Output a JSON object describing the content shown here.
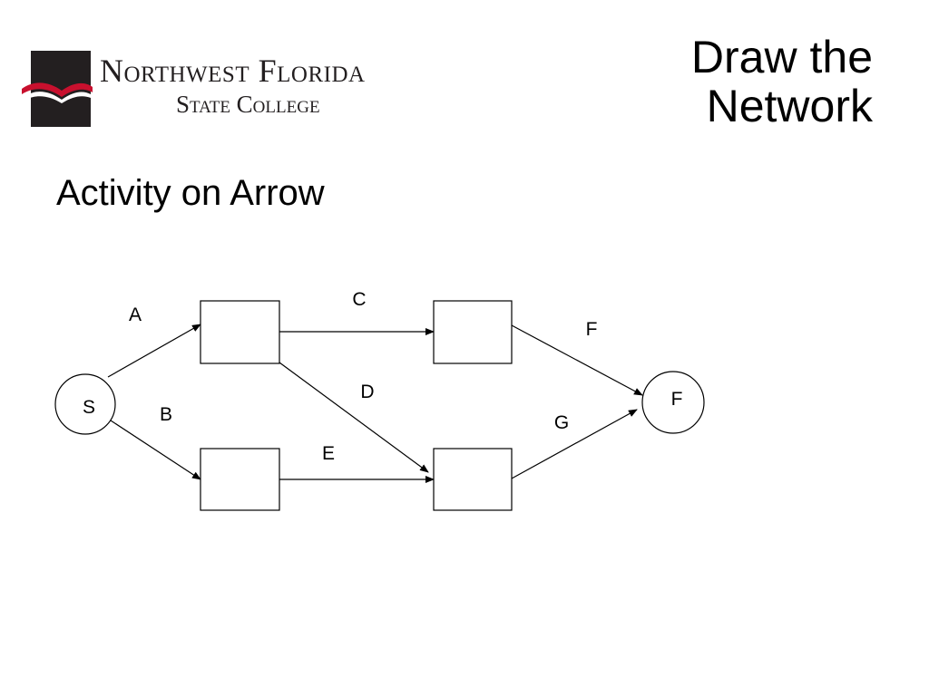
{
  "logo": {
    "line1": "Northwest Florida",
    "line2": "State College",
    "colors": {
      "mark": "#231f20",
      "accent": "#c8102e"
    }
  },
  "slide": {
    "title": "Draw the\nNetwork",
    "subtitle": "Activity on Arrow"
  },
  "diagram": {
    "nodes": [
      {
        "id": "start",
        "label": "S"
      },
      {
        "id": "n1",
        "label": ""
      },
      {
        "id": "n2",
        "label": ""
      },
      {
        "id": "n3",
        "label": ""
      },
      {
        "id": "n4",
        "label": ""
      },
      {
        "id": "finish",
        "label": "F"
      }
    ],
    "activities": [
      {
        "id": "A",
        "label": "A",
        "from": "start",
        "to": "n1"
      },
      {
        "id": "B",
        "label": "B",
        "from": "start",
        "to": "n2"
      },
      {
        "id": "C",
        "label": "C",
        "from": "n1",
        "to": "n3"
      },
      {
        "id": "D",
        "label": "D",
        "from": "n1",
        "to": "n4"
      },
      {
        "id": "E",
        "label": "E",
        "from": "n2",
        "to": "n4"
      },
      {
        "id": "F",
        "label": "F",
        "from": "n3",
        "to": "finish"
      },
      {
        "id": "G",
        "label": "G",
        "from": "n4",
        "to": "finish"
      }
    ]
  }
}
